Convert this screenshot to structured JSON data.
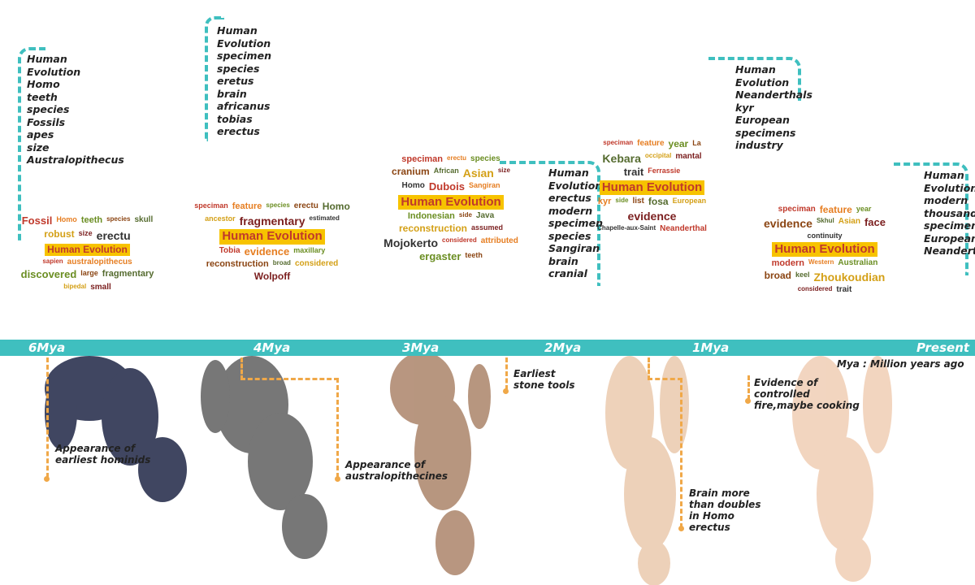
{
  "lists": [
    {
      "words": [
        "Human",
        "Evolution",
        "Homo",
        "teeth",
        "species",
        "Fossils",
        "apes",
        "size",
        "Australopithecus"
      ]
    },
    {
      "words": [
        "Human",
        "Evolution",
        "specimen",
        "species",
        "eretus",
        "brain",
        "africanus",
        "tobias",
        "erectus"
      ]
    },
    {
      "words": [
        "Human",
        "Evolution",
        "erectus",
        "modern",
        "specimen",
        "species",
        "Sangiran",
        "brain",
        "cranial"
      ]
    },
    {
      "words": [
        "Human",
        "Evolution",
        "Neanderthals",
        "kyr",
        "European",
        "specimens",
        "industry"
      ]
    },
    {
      "words": [
        "Human",
        "Evolution",
        "modern",
        "thousand",
        "specimen",
        "European",
        "Neanderthal"
      ]
    }
  ],
  "timeline": {
    "labels": [
      "6Mya",
      "4Mya",
      "3Mya",
      "2Mya",
      "1Mya",
      "Present"
    ],
    "legend": "Mya : Million years ago",
    "color": "#3fbfbf"
  },
  "events": [
    "Appearance of earliest hominids",
    "Appearance of australopithecines",
    "Earliest stone tools",
    "Brain more than doubles in Homo erectus",
    "Evidence of controlled fire,maybe cooking"
  ],
  "clouds": [
    {
      "center": "Human Evolution",
      "words": [
        "Fossil",
        "Homo",
        "teeth",
        "species",
        "skull",
        "robust",
        "size",
        "erectu",
        "sapien",
        "australopithecus",
        "discovered",
        "large",
        "fragmentary",
        "bipedal",
        "small"
      ]
    },
    {
      "center": "Human Evolution",
      "words": [
        "speciman",
        "feature",
        "species",
        "erectu",
        "Homo",
        "ancestor",
        "fragmentary",
        "estimated",
        "Tobia",
        "evidence",
        "maxillary",
        "reconstruction",
        "broad",
        "considered",
        "Wolpoff"
      ]
    },
    {
      "center": "Human Evolution",
      "words": [
        "speciman",
        "erectu",
        "species",
        "cranium",
        "African",
        "Asian",
        "size",
        "Homo",
        "Dubois",
        "Sangiran",
        "Indonesian",
        "side",
        "Java",
        "reconstruction",
        "assumed",
        "Mojokerto",
        "considered",
        "attributed",
        "ergaster",
        "teeth"
      ]
    },
    {
      "center": "Human Evolution",
      "words": [
        "speciman",
        "feature",
        "year",
        "La",
        "Kebara",
        "occipital",
        "mantal",
        "trait",
        "Ferrassie",
        "kyr",
        "side",
        "list",
        "fosa",
        "European",
        "evidence",
        "Chapelle-aux-Saint",
        "Neanderthal"
      ]
    },
    {
      "center": "Human Evolution",
      "words": [
        "speciman",
        "feature",
        "year",
        "evidence",
        "Skhul",
        "Asian",
        "face",
        "continuity",
        "modern",
        "Western",
        "Australian",
        "broad",
        "keel",
        "Zhoukoudian",
        "considered",
        "trait"
      ]
    }
  ],
  "colors": {
    "accent": "#3fbfbf",
    "annotation": "#f0a848",
    "highlight": "#f7c300"
  }
}
